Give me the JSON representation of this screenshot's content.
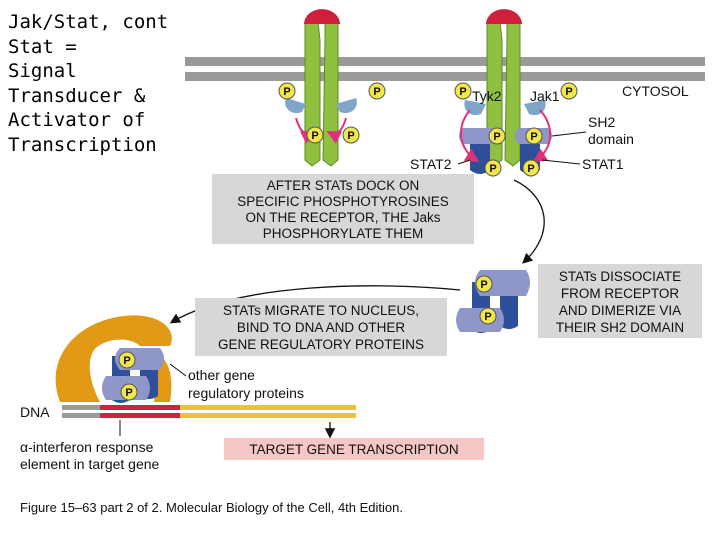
{
  "slide_title": [
    "Jak/Stat, cont",
    "Stat =",
    "Signal",
    "Transducer &",
    "Activator of",
    "Transcription"
  ],
  "labels": {
    "cytosol": "CYTOSOL",
    "tyk2": "Tyk2",
    "jak1": "Jak1",
    "sh2_line1": "SH2",
    "sh2_line2": "domain",
    "stat2": "STAT2",
    "stat1": "STAT1",
    "dna": "DNA",
    "other_line1": "other gene",
    "other_line2": "regulatory proteins",
    "element_line1": "α-interferon response",
    "element_line2": "element in target gene",
    "p": "P"
  },
  "boxes": {
    "dock": [
      "AFTER STATs DOCK ON",
      "SPECIFIC PHOSPHOTYROSINES",
      "ON THE RECEPTOR, THE Jaks",
      "PHOSPHORYLATE THEM"
    ],
    "dissociate": [
      "STATs DISSOCIATE",
      "FROM RECEPTOR",
      "AND DIMERIZE VIA",
      "THEIR SH2 DOMAIN"
    ],
    "migrate": [
      "STATs MIGRATE TO NUCLEUS,",
      "BIND TO DNA AND OTHER",
      "GENE REGULATORY PROTEINS"
    ],
    "target": "TARGET GENE TRANSCRIPTION"
  },
  "caption": "Figure 15–63 part 2 of 2. Molecular Biology of the Cell, 4th Edition.",
  "colors": {
    "membrane": "#9a9a9a",
    "receptor": "#8fc03f",
    "ligand": "#d01f3c",
    "jak": "#7fa6c8",
    "stat_dark": "#2f4f9a",
    "stat_light": "#8f96c8",
    "p_circle": "#f1e64a",
    "gray_box": "#d7d7d7",
    "pink_box": "#f4c6c6",
    "regulator": "#e29a16",
    "dna_red": "#c8253f",
    "dna_yellow": "#e8c23e",
    "arrow": "#e0307a"
  }
}
